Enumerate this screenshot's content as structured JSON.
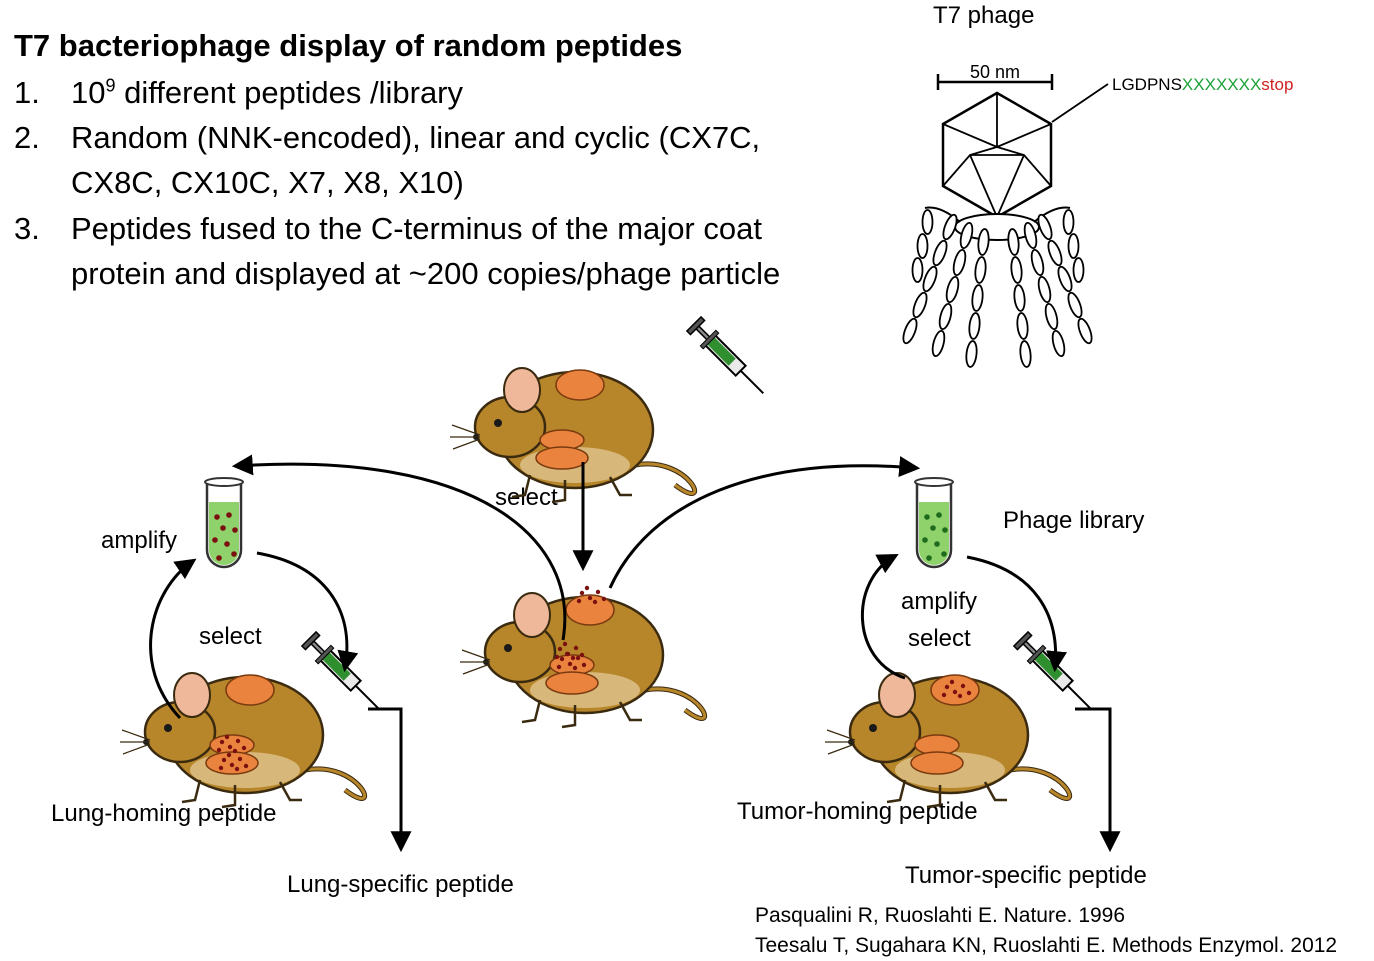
{
  "title": "T7 bacteriophage display of random peptides",
  "list": [
    {
      "num": "1.",
      "pre": "10",
      "sup": "9",
      "post": " different peptides /library",
      "line2": ""
    },
    {
      "num": "2.",
      "pre": "Random (NNK-encoded), linear and cyclic (CX7C,",
      "sup": "",
      "post": "",
      "line2": "CX8C, CX10C, X7, X8, X10)"
    },
    {
      "num": "3.",
      "pre": "Peptides fused to the C-terminus of the major coat",
      "sup": "",
      "post": "",
      "line2": "protein and displayed at ~200 copies/phage particle"
    }
  ],
  "phage": {
    "title": "T7 phage",
    "scale": "50 nm",
    "peptide": {
      "fixed": "LGDPNS",
      "random": "XXXXXXX",
      "stop": "stop"
    }
  },
  "labels": {
    "select_center": "select",
    "amplify_left": "amplify",
    "select_left": "select",
    "phage_library": "Phage library",
    "amplify_right": "amplify",
    "select_right": "select",
    "lung_homing": "Lung-homing peptide",
    "tumor_homing": "Tumor-homing peptide",
    "lung_specific": "Lung-specific peptide",
    "tumor_specific": "Tumor-specific peptide"
  },
  "references": [
    "Pasqualini R, Ruoslahti E. Nature. 1996",
    "Teesalu T, Sugahara KN, Ruoslahti E. Methods Enzymol. 2012"
  ],
  "colors": {
    "mouse_body": "#b8862a",
    "mouse_outline": "#3a2a10",
    "organ": "#e9833d",
    "liquid": "#8fd16a",
    "syringe": "#2f8f2f",
    "random_residues": "#1fa23a",
    "stop_codon": "#d01f1f"
  }
}
